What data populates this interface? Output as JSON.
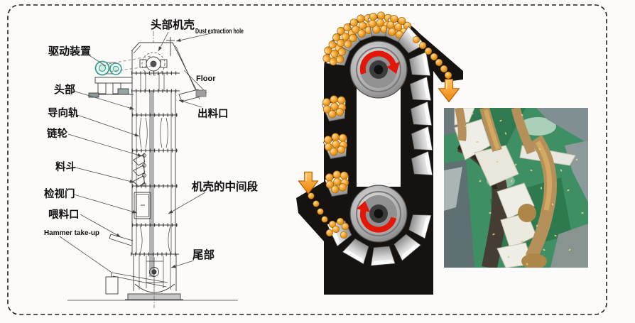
{
  "figure_type": "bucket-elevator-structure-diagram",
  "labels": {
    "head_casing": "头部机壳",
    "dust_extraction_hole": "Dust extraction hole",
    "drive_unit": "驱动装置",
    "head": "头部",
    "floor": "Floor",
    "discharge_outlet": "出料口",
    "guide_rail": "导向轨",
    "chain_wheel": "链轮",
    "bucket": "料斗",
    "middle_casing_section": "机壳的中间段",
    "inspection_door": "检视门",
    "feed_inlet": "喂料口",
    "hammer_take_up": "Hammer take-up",
    "tail": "尾部"
  },
  "icons": {
    "rotation_arrow": "clockwise-rotation-arrow",
    "flow_arrow": "down-arrow",
    "grain": "grain-balls"
  },
  "colors": {
    "background": "#fdfbf9",
    "border": "#1d1d1d",
    "line_drawing": "#3b3b3b",
    "label_text": "#111111",
    "motor_teal": "#35a08c",
    "housing_black": "#151210",
    "bucket_silver": "#d2d2d2",
    "grain_orange": "#f29a1f",
    "rotation_arrow_red": "#e21708",
    "flow_arrow_orange": "#f79320",
    "photo_belt_green": "#3e8f63",
    "photo_bucket_white": "#efeee6",
    "photo_grain_tan": "#b6905a",
    "photo_machine_gray": "#7f8f92"
  }
}
